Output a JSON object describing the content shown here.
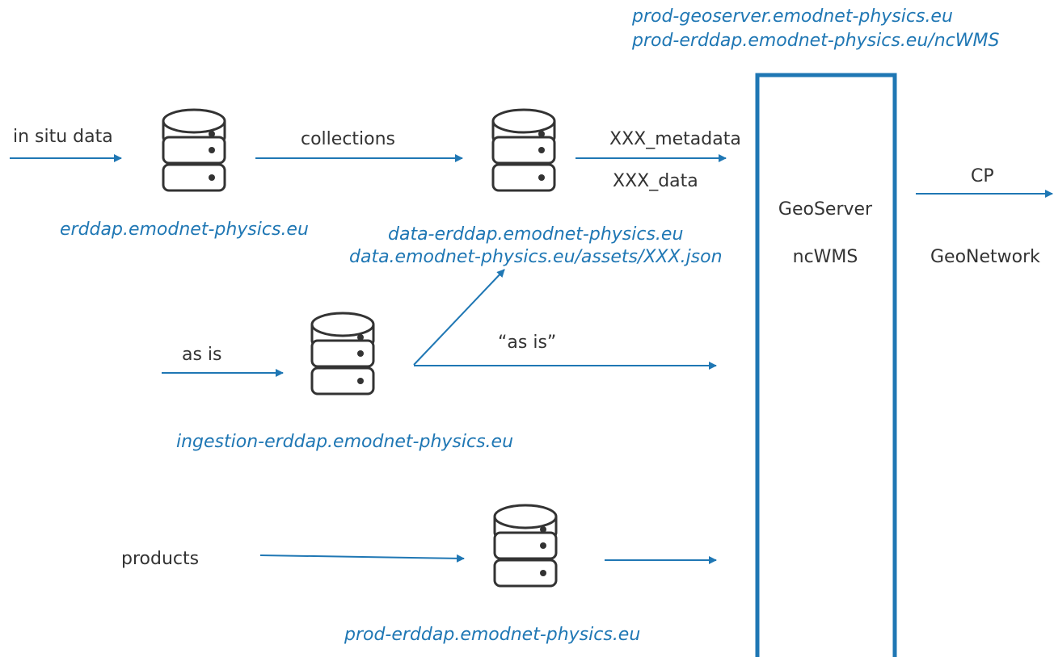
{
  "colors": {
    "accent": "#1f77b4",
    "text": "#333333",
    "background": "#ffffff"
  },
  "icons": [
    "database-icon"
  ],
  "inputs": {
    "in_situ": "in situ data",
    "as_is": "as is",
    "products": "products"
  },
  "edges": {
    "collections": "collections",
    "metadata": "XXX_metadata",
    "data": "XXX_data",
    "as_is_quoted": "“as is”",
    "cp": "CP"
  },
  "servers": {
    "erddap": "erddap.emodnet-physics.eu",
    "data_erddap": "data-erddap.emodnet-physics.eu",
    "assets": "data.emodnet-physics.eu/assets/XXX.json",
    "ingestion": "ingestion-erddap.emodnet-physics.eu",
    "prod_erddap": "prod-erddap.emodnet-physics.eu",
    "geoserver_host": "prod-geoserver.emodnet-physics.eu",
    "ncwms_host": "prod-erddap.emodnet-physics.eu/ncWMS"
  },
  "services": {
    "geoserver": "GeoServer",
    "ncwms": "ncWMS",
    "geonetwork": "GeoNetwork"
  }
}
